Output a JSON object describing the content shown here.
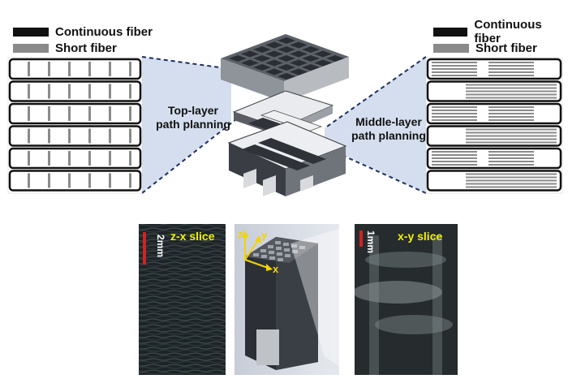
{
  "legend": {
    "continuous_fiber": "Continuous fiber",
    "short_fiber": "Short fiber",
    "continuous_color": "#111111",
    "short_color": "#8a8a8a"
  },
  "labels": {
    "top_layer": [
      "Top-layer",
      "path planning"
    ],
    "middle_layer": [
      "Middle-layer",
      "path planning"
    ]
  },
  "photos": {
    "zx_slice": "z-x slice",
    "zx_scale": "2mm",
    "xy_slice": "x-y slice",
    "xy_scale": "1mm",
    "axes": {
      "z": "z",
      "y": "y",
      "x": "x"
    }
  },
  "colors": {
    "highlight": "#c9d6ea",
    "dashed_line": "#1c2f60",
    "scale_bar": "#d22222"
  }
}
